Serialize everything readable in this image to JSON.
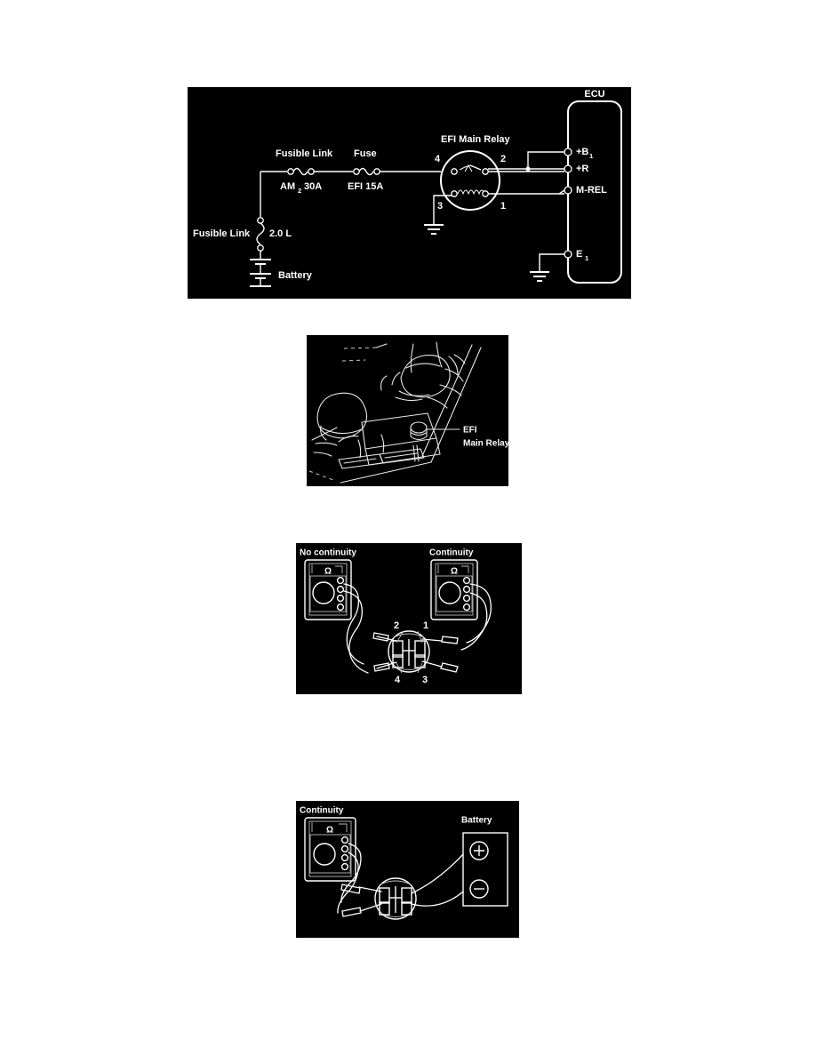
{
  "page": {
    "background_color": "#ffffff",
    "panel_background_color": "#000000",
    "ink_color": "#ffffff"
  },
  "figures": [
    {
      "id": "wiring-diagram",
      "name": "EFI Main Relay Circuit Diagram",
      "labels": {
        "ecu": "ECU",
        "fusible_link": "Fusible Link",
        "fuse": "Fuse",
        "am2_30a": "AM",
        "am2_sub": "2",
        "am2_rating": "30A",
        "efi_15a": "EFI 15A",
        "relay": "EFI Main Relay",
        "fusible_link_2": "Fusible Link",
        "fusible_rating": "2.0 L",
        "battery": "Battery",
        "term_b1": "+B",
        "term_b1_sub": "1",
        "term_r": "+R",
        "term_mrel": "M-REL",
        "term_e1": "E",
        "term_e1_sub": "1",
        "pin4": "4",
        "pin2": "2",
        "pin3": "3",
        "pin1": "1"
      }
    },
    {
      "id": "relay-location",
      "name": "EFI Main Relay Location Illustration",
      "labels": {
        "callout_line1": "EFI",
        "callout_line2": "Main Relay"
      }
    },
    {
      "id": "continuity-check",
      "name": "Relay Terminal Continuity Inspection",
      "labels": {
        "meter_left_title": "No continuity",
        "meter_right_title": "Continuity",
        "ohm_symbol": "Ω",
        "pin1": "1",
        "pin2": "2",
        "pin3": "3",
        "pin4": "4"
      }
    },
    {
      "id": "battery-check",
      "name": "Relay Continuity With Battery Applied",
      "labels": {
        "meter_title": "Continuity",
        "ohm_symbol": "Ω",
        "battery": "Battery",
        "battery_positive": "+",
        "battery_negative": "−"
      }
    }
  ]
}
